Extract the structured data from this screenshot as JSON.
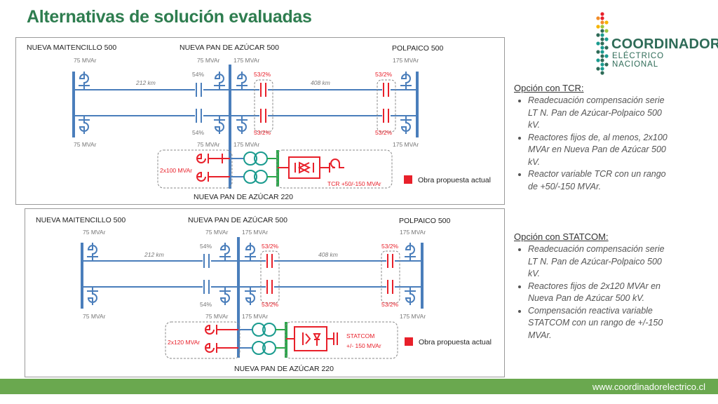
{
  "title": "Alternativas de solución evaluadas",
  "logo": {
    "line1": "COORDINADOR",
    "line2": "ELÉCTRICO NACIONAL"
  },
  "footer_url": "www.coordinadorelectrico.cl",
  "colors": {
    "bus": "#4a7ebb",
    "new_work": "#e8202a",
    "transformer": "#1a9b8f",
    "bus220": "#2aa84a",
    "title": "#2e7d4f",
    "footer": "#6aa84f"
  },
  "diagram1": {
    "bus_left": "NUEVA MAITENCILLO 500",
    "bus_mid": "NUEVA PAN DE AZÚCAR 500",
    "bus_right": "POLPAICO 500",
    "bus_bottom": "NUEVA PAN DE AZÚCAR 220",
    "reactor_75_a": "75 MVAr",
    "reactor_75_b": "75 MVAr",
    "reactor_75_c": "75 MVAr",
    "reactor_75_d": "75 MVAr",
    "reactor_175_a": "175 MVAr",
    "reactor_175_b": "175 MVAr",
    "reactor_175_c": "175 MVAr",
    "reactor_175_d": "175 MVAr",
    "dist_left": "212 km",
    "dist_right": "408 km",
    "comp_left_top": "54%",
    "comp_left_bot": "54%",
    "comp_new_1": "53/2%",
    "comp_new_2": "53/2%",
    "comp_new_3": "53/2%",
    "comp_new_4": "53/2%",
    "new_reactors": "2x100 MVAr",
    "var_device": "TCR  +50/-150 MVAr",
    "legend": "Obra propuesta actual"
  },
  "diagram2": {
    "bus_left": "NUEVA MAITENCILLO 500",
    "bus_mid": "NUEVA PAN DE AZÚCAR 500",
    "bus_right": "POLPAICO 500",
    "bus_bottom": "NUEVA PAN DE AZÚCAR 220",
    "reactor_75_a": "75 MVAr",
    "reactor_75_b": "75 MVAr",
    "reactor_75_c": "75 MVAr",
    "reactor_75_d": "75 MVAr",
    "reactor_175_a": "175 MVAr",
    "reactor_175_b": "175 MVAr",
    "reactor_175_c": "175 MVAr",
    "reactor_175_d": "175 MVAr",
    "dist_left": "212 km",
    "dist_right": "408 km",
    "comp_left_top": "54%",
    "comp_left_bot": "54%",
    "comp_new_1": "53/2%",
    "comp_new_2": "53/2%",
    "comp_new_3": "53/2%",
    "comp_new_4": "53/2%",
    "new_reactors": "2x120 MVAr",
    "var_device_1": "STATCOM",
    "var_device_2": "+/- 150 MVAr",
    "legend": "Obra propuesta actual"
  },
  "option1": {
    "heading": "Opción con TCR",
    "items": [
      "Readecuación compensación serie LT N. Pan de Azúcar-Polpaico 500 kV.",
      "Reactores fijos de, al menos, 2x100 MVAr en Nueva Pan de Azúcar 500 kV.",
      "Reactor variable TCR con un rango de +50/-150 MVAr."
    ]
  },
  "option2": {
    "heading": "Opción con STATCOM",
    "items": [
      "Readecuación compensación serie LT N. Pan de Azúcar-Polpaico 500 kV.",
      "Reactores fijos de 2x120 MVAr en Nueva Pan de Azúcar 500 kV.",
      "Compensación reactiva variable STATCOM con un rango de +/-150 MVAr."
    ]
  }
}
